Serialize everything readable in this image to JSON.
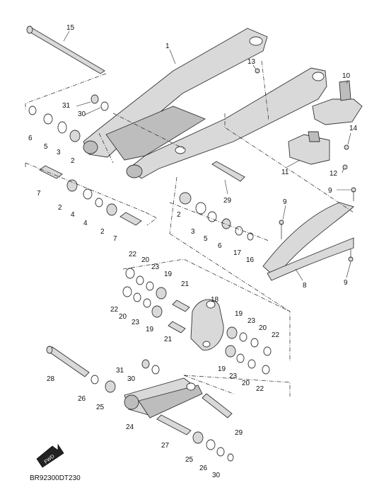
{
  "diagram": {
    "code": "BR92300DT230",
    "fwd_badge": "FWD",
    "callouts": [
      {
        "id": "c1",
        "label": "1"
      },
      {
        "id": "c2a",
        "label": "2"
      },
      {
        "id": "c2b",
        "label": "2"
      },
      {
        "id": "c2c",
        "label": "2"
      },
      {
        "id": "c2d",
        "label": "2"
      },
      {
        "id": "c3a",
        "label": "3"
      },
      {
        "id": "c3b",
        "label": "3"
      },
      {
        "id": "c4a",
        "label": "4"
      },
      {
        "id": "c4b",
        "label": "4"
      },
      {
        "id": "c5a",
        "label": "5"
      },
      {
        "id": "c5b",
        "label": "5"
      },
      {
        "id": "c6a",
        "label": "6"
      },
      {
        "id": "c6b",
        "label": "6"
      },
      {
        "id": "c7a",
        "label": "7"
      },
      {
        "id": "c7b",
        "label": "7"
      },
      {
        "id": "c8",
        "label": "8"
      },
      {
        "id": "c9a",
        "label": "9"
      },
      {
        "id": "c9b",
        "label": "9"
      },
      {
        "id": "c9c",
        "label": "9"
      },
      {
        "id": "c10",
        "label": "10"
      },
      {
        "id": "c11",
        "label": "11"
      },
      {
        "id": "c12",
        "label": "12"
      },
      {
        "id": "c13",
        "label": "13"
      },
      {
        "id": "c14",
        "label": "14"
      },
      {
        "id": "c15",
        "label": "15"
      },
      {
        "id": "c16",
        "label": "16"
      },
      {
        "id": "c17",
        "label": "17"
      },
      {
        "id": "c18",
        "label": "18"
      },
      {
        "id": "c19a",
        "label": "19"
      },
      {
        "id": "c19b",
        "label": "19"
      },
      {
        "id": "c19c",
        "label": "19"
      },
      {
        "id": "c19d",
        "label": "19"
      },
      {
        "id": "c20a",
        "label": "20"
      },
      {
        "id": "c20b",
        "label": "20"
      },
      {
        "id": "c20c",
        "label": "20"
      },
      {
        "id": "c20d",
        "label": "20"
      },
      {
        "id": "c21a",
        "label": "21"
      },
      {
        "id": "c21b",
        "label": "21"
      },
      {
        "id": "c22a",
        "label": "22"
      },
      {
        "id": "c22b",
        "label": "22"
      },
      {
        "id": "c22c",
        "label": "22"
      },
      {
        "id": "c22d",
        "label": "22"
      },
      {
        "id": "c23a",
        "label": "23"
      },
      {
        "id": "c23b",
        "label": "23"
      },
      {
        "id": "c23c",
        "label": "23"
      },
      {
        "id": "c23d",
        "label": "23"
      },
      {
        "id": "c24",
        "label": "24"
      },
      {
        "id": "c25a",
        "label": "25"
      },
      {
        "id": "c25b",
        "label": "25"
      },
      {
        "id": "c26a",
        "label": "26"
      },
      {
        "id": "c26b",
        "label": "26"
      },
      {
        "id": "c27",
        "label": "27"
      },
      {
        "id": "c28",
        "label": "28"
      },
      {
        "id": "c29a",
        "label": "29"
      },
      {
        "id": "c29b",
        "label": "29"
      },
      {
        "id": "c30a",
        "label": "30"
      },
      {
        "id": "c30b",
        "label": "30"
      },
      {
        "id": "c30c",
        "label": "30"
      },
      {
        "id": "c31a",
        "label": "31"
      },
      {
        "id": "c31b",
        "label": "31"
      }
    ]
  }
}
